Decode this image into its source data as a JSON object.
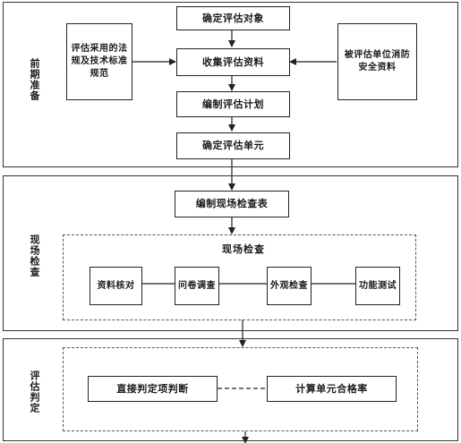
{
  "stages": {
    "prep": {
      "label": "前期准备"
    },
    "check": {
      "label": "现场检查"
    },
    "eval": {
      "label": "评估判定"
    }
  },
  "prep": {
    "determine_object": "确定评估对象",
    "collect_data": "收集评估资料",
    "make_plan": "编制评估计划",
    "determine_units": "确定评估单元",
    "left_box": "评估采用的法规及技术标准规范",
    "right_box": "被评估单位消防安全资料"
  },
  "check": {
    "make_table": "编制现场检查表",
    "group_title": "现场检查",
    "items": [
      "资料核对",
      "问卷调查",
      "外观检查",
      "功能测试"
    ]
  },
  "eval": {
    "direct_judge": "直接判定项判断",
    "calc_rate": "计算单元合格率"
  }
}
